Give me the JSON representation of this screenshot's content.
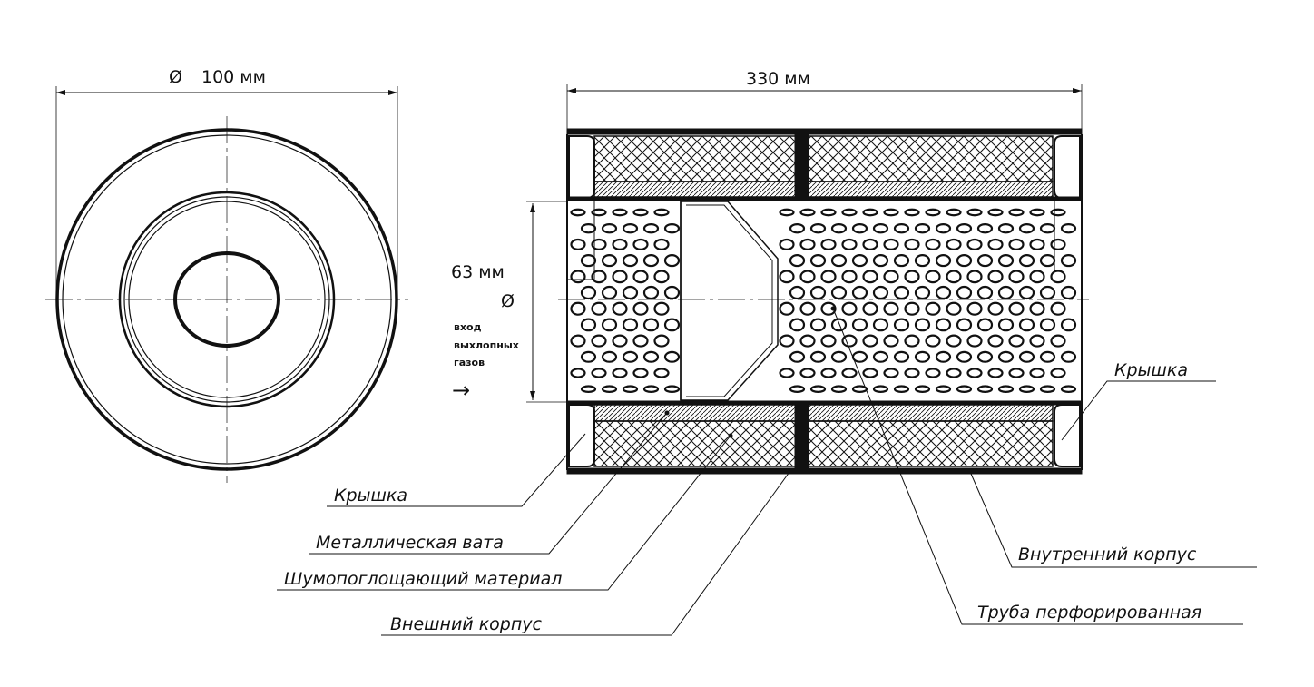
{
  "front_view": {
    "diameter_label": "100 мм",
    "diameter_symbol": "Ø"
  },
  "side_view": {
    "length_label": "330 мм",
    "inlet_diameter_label": "63 мм",
    "inlet_diameter_symbol": "Ø",
    "inlet_caption": [
      "вход",
      "выхлопных",
      "газов"
    ],
    "inlet_arrow": "→"
  },
  "callouts": {
    "cap_right": "Крышка",
    "cap_left": "Крышка",
    "metal_wool": "Металлическая вата",
    "sound_absorbing": "Шумопоглощающий материал",
    "outer_shell": "Внешний корпус",
    "inner_shell": "Внутренний корпус",
    "perforated_pipe": "Труба перфорированная"
  },
  "colors": {
    "line": "#111111",
    "background": "#ffffff"
  }
}
